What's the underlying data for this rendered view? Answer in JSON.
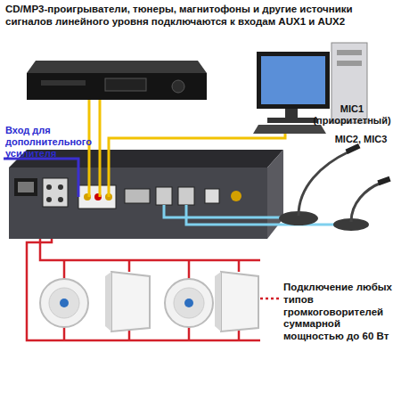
{
  "diagram": {
    "labels": [
      "CD/MP3-проигрыватели, тюнеры, магнитофоны и другие источники сигналов линейного уровня подключаются к входам AUX1 и AUX2",
      "Вход для дополнительного усилителя",
      "MIC1 (приоритетный)",
      "MIC2, MIC3",
      "Подключение любых типов громкоговорителей суммарной мощностью до 60 Вт"
    ]
  }
}
